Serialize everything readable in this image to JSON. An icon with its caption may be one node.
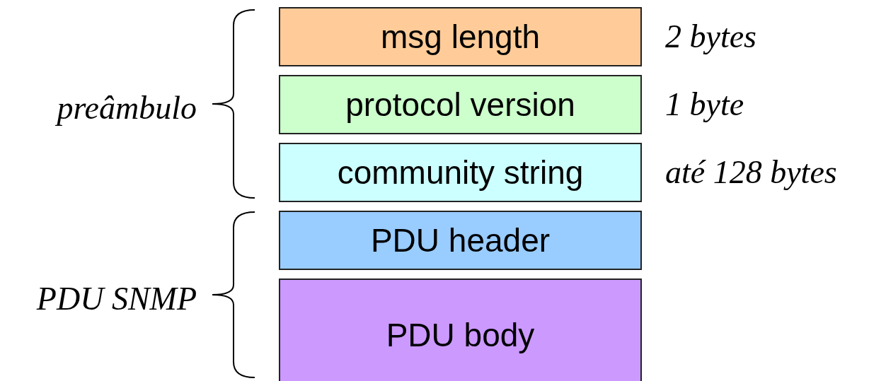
{
  "diagram": {
    "nodes": [
      {
        "text": [
          "msg length"
        ],
        "beside": [
          "2 bytes"
        ]
      },
      {
        "text": [
          "protocol version"
        ],
        "beside": [
          "1 byte"
        ]
      },
      {
        "text": [
          "community string"
        ],
        "beside": [
          "até 128 bytes"
        ]
      },
      {
        "text": [
          "PDU header"
        ]
      },
      {
        "text": [
          "PDU body"
        ]
      }
    ],
    "labels": [
      "preâmbulo",
      "PDU SNMP"
    ]
  }
}
